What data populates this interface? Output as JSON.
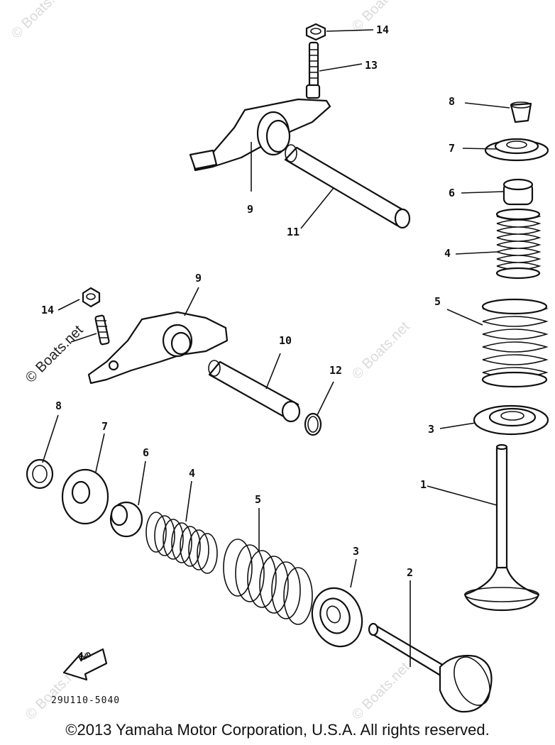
{
  "callouts": {
    "c14a": "14",
    "c13": "13",
    "c8a": "8",
    "c7a": "7",
    "c6a": "6",
    "c4a": "4",
    "c9a": "9",
    "c11": "11",
    "c9b": "9",
    "c14b": "14",
    "c10": "10",
    "c12": "12",
    "c5a": "5",
    "c3a": "3",
    "c1": "1",
    "c8b": "8",
    "c7b": "7",
    "c6b": "6",
    "c4b": "4",
    "c5b": "5",
    "c3b": "3",
    "c2": "2"
  },
  "fwd_label": "FWD",
  "part_code": "29U110-5040",
  "copyright": "©2013 Yamaha Motor Corporation, U.S.A. All rights reserved.",
  "watermark": "© Boats.net"
}
